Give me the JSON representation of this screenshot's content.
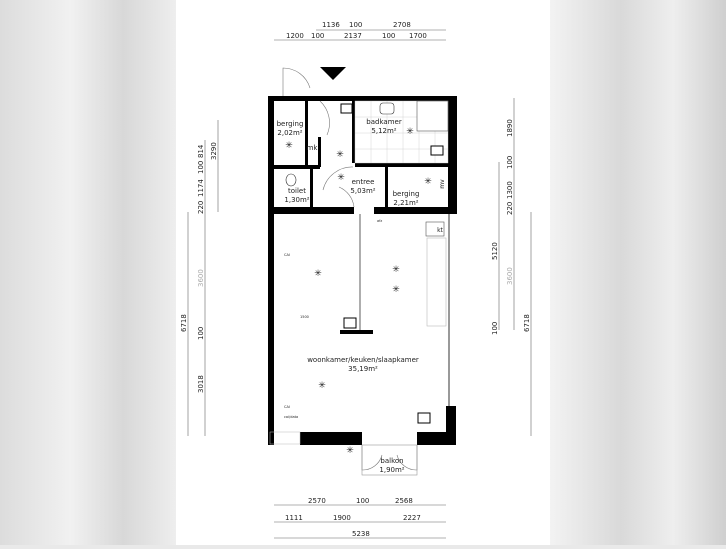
{
  "rooms": {
    "berging1": {
      "name": "berging",
      "area": "2,02m²"
    },
    "mk": {
      "name": "mk"
    },
    "badkamer": {
      "name": "badkamer",
      "area": "5,12m²"
    },
    "toilet": {
      "name": "toilet",
      "area": "1,30m²"
    },
    "entree": {
      "name": "entree",
      "area": "5,03m²"
    },
    "berging2": {
      "name": "berging",
      "area": "2,21m²"
    },
    "woonkamer": {
      "name": "woonkamer/keuken/slaapkamer",
      "area": "35,19m²"
    },
    "balkon": {
      "name": "balkon",
      "area": "1,90m²"
    },
    "kt": {
      "name": "kt"
    },
    "mv": {
      "name": "mv"
    }
  },
  "dimensions": {
    "top_row1": [
      "1136",
      "100",
      "2708"
    ],
    "top_row2": [
      "1200",
      "100",
      "2137",
      "100",
      "1700"
    ],
    "bottom_row1": [
      "2570",
      "100",
      "2568"
    ],
    "bottom_row2": [
      "1111",
      "1900",
      "2227"
    ],
    "bottom_total": "5238",
    "left_inner": [
      "814",
      "100",
      "1174",
      "220",
      "3600",
      "100",
      "3018"
    ],
    "left_mid": "3290",
    "left_outer": "6718",
    "right_inner": [
      "1890",
      "100",
      "1300",
      "220",
      "3600",
      "100"
    ],
    "right_mid": "5120",
    "right_outer": "6718"
  },
  "annotations": {
    "cai": "CAI",
    "data": "cai/data",
    "h1500": "1500",
    "afz": "afz"
  },
  "colors": {
    "wall": "#000000",
    "line": "#555555",
    "background": "#ffffff",
    "letterbox": "#e0e0e0"
  }
}
